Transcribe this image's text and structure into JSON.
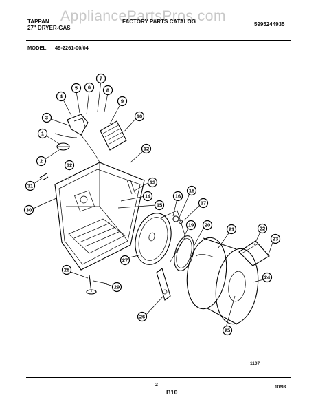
{
  "header": {
    "brand": "TAPPAN",
    "product": "27\" DRYER-GAS",
    "catalog": "FACTORY PARTS CATALOG",
    "part_number": "5995244935",
    "model_label": "MODEL:",
    "model_number": "49-2261-00/04"
  },
  "watermark": "AppliancePartsPros.com",
  "callouts": [
    "1",
    "2",
    "3",
    "4",
    "5",
    "6",
    "7",
    "8",
    "9",
    "10",
    "12",
    "13",
    "14",
    "15",
    "16",
    "17",
    "18",
    "19",
    "20",
    "21",
    "22",
    "23",
    "24",
    "25",
    "26",
    "27",
    "28",
    "29",
    "30",
    "31",
    "32"
  ],
  "footer": {
    "diagram_code": "1107",
    "page_number": "2",
    "section": "B10",
    "date": "10/93"
  }
}
